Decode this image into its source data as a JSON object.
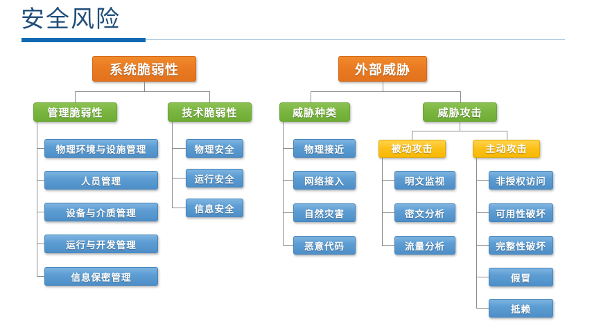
{
  "slide": {
    "title": "安全风险",
    "colors": {
      "title_text": "#1f4e79",
      "rule_thick": "#1168b3",
      "rule_thin": "#8fb8d6",
      "root": "#ea7b22",
      "level1": "#79b53f",
      "level2_gold": "#fcc21a",
      "leaf": "#5d9dd3",
      "connector": "#8a8a8a",
      "background": "#ffffff"
    }
  },
  "trees": [
    {
      "id": "system-vulnerability",
      "root": "系统脆弱性",
      "branches": [
        {
          "id": "management-vulnerability",
          "label": "管理脆弱性",
          "children": [
            {
              "label": "物理环境与设施管理"
            },
            {
              "label": "人员管理"
            },
            {
              "label": "设备与介质管理"
            },
            {
              "label": "运行与开发管理"
            },
            {
              "label": "信息保密管理"
            }
          ]
        },
        {
          "id": "technical-vulnerability",
          "label": "技术脆弱性",
          "children": [
            {
              "label": "物理安全"
            },
            {
              "label": "运行安全"
            },
            {
              "label": "信息安全"
            }
          ]
        }
      ]
    },
    {
      "id": "external-threat",
      "root": "外部威胁",
      "branches": [
        {
          "id": "threat-types",
          "label": "威胁种类",
          "children": [
            {
              "label": "物理接近"
            },
            {
              "label": "网络接入"
            },
            {
              "label": "自然灾害"
            },
            {
              "label": "恶意代码"
            }
          ]
        },
        {
          "id": "threat-attacks",
          "label": "威胁攻击",
          "subgroups": [
            {
              "id": "passive-attack",
              "label": "被动攻击",
              "children": [
                {
                  "label": "明文监视"
                },
                {
                  "label": "密文分析"
                },
                {
                  "label": "流量分析"
                }
              ]
            },
            {
              "id": "active-attack",
              "label": "主动攻击",
              "children": [
                {
                  "label": "非授权访问"
                },
                {
                  "label": "可用性破坏"
                },
                {
                  "label": "完整性破坏"
                },
                {
                  "label": "假冒"
                },
                {
                  "label": "抵赖"
                }
              ]
            }
          ]
        }
      ]
    }
  ]
}
